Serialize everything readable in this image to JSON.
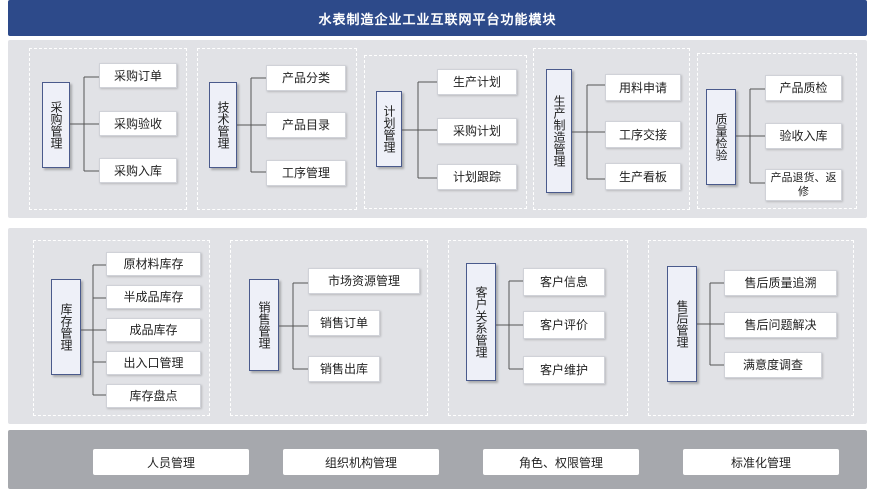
{
  "title": "水表制造企业工业互联网平台功能模块",
  "row1": [
    {
      "head": "采购管理",
      "items": [
        "采购订单",
        "采购验收",
        "采购入库"
      ]
    },
    {
      "head": "技术管理",
      "items": [
        "产品分类",
        "产品目录",
        "工序管理"
      ]
    },
    {
      "head": "计划管理",
      "items": [
        "生产计划",
        "采购计划",
        "计划跟踪"
      ]
    },
    {
      "head": "生产制造管理",
      "items": [
        "用料申请",
        "工序交接",
        "生产看板"
      ]
    },
    {
      "head": "质量检验",
      "items": [
        "产品质检",
        "验收入库",
        "产品退货、返修"
      ]
    }
  ],
  "row2": [
    {
      "head": "库存管理",
      "items": [
        "原材料库存",
        "半成品库存",
        "成品库存",
        "出入口管理",
        "库存盘点"
      ]
    },
    {
      "head": "销售管理",
      "items": [
        "市场资源管理",
        "销售订单",
        "销售出库"
      ]
    },
    {
      "head": "客户关系管理",
      "items": [
        "客户信息",
        "客户评价",
        "客户维护"
      ]
    },
    {
      "head": "售后管理",
      "items": [
        "售后质量追溯",
        "售后问题解决",
        "满意度调查"
      ]
    }
  ],
  "footer": [
    "人员管理",
    "组织机构管理",
    "角色、权限管理",
    "标准化管理"
  ]
}
